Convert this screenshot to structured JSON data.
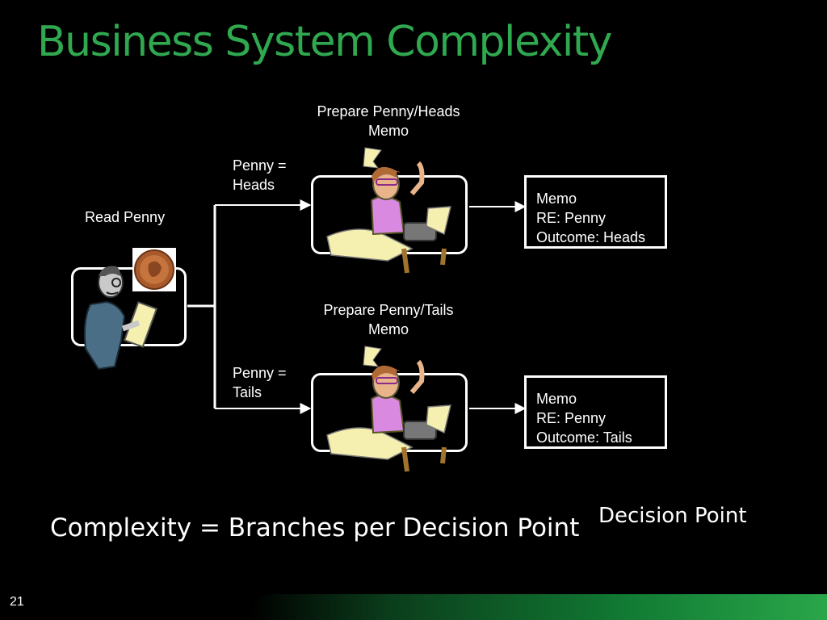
{
  "slide": {
    "title": "Business System Complexity",
    "page_number": "21"
  },
  "reader": {
    "label": "Read Penny"
  },
  "branches": {
    "heads": {
      "condition": "Penny =\nHeads",
      "process_label": "Prepare Penny/Heads\nMemo",
      "memo": [
        "Memo",
        "RE: Penny",
        "Outcome: Heads"
      ]
    },
    "tails": {
      "condition": "Penny =\nTails",
      "process_label": "Prepare Penny/Tails\nMemo",
      "memo": [
        "Memo",
        "RE: Penny",
        "Outcome: Tails"
      ]
    }
  },
  "footer": {
    "formula": "Complexity = Branches per Decision Point",
    "decision_point_label": "Decision Point"
  },
  "colors": {
    "title": "#2fa84f",
    "background": "#000000",
    "lines": "#ffffff"
  }
}
